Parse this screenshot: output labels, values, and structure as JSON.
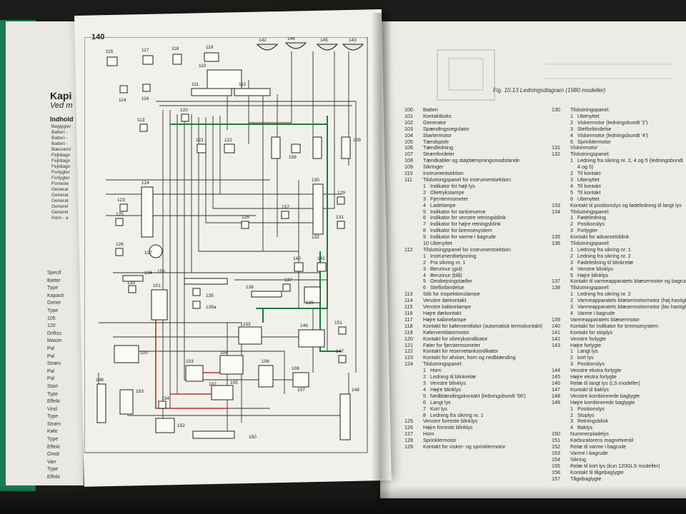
{
  "page_number": "140",
  "figure_caption": "Fig. 10.13 Ledningsdiagram (1980 modeller)",
  "back_pages": {
    "heading": "Kapi",
    "subheading": "Ved m",
    "contents_heading": "Indhold",
    "lines_top": [
      "Beglygter",
      "Batteri -",
      "Batteri -",
      "Batteri -",
      "Bæssemi",
      "Fejldiagn",
      "Fejldiagn",
      "Fejldiagn",
      "Forlygter",
      "Forlygter",
      "Forreste",
      "Generat",
      "Generat",
      "Generat",
      "Generel",
      "Generel",
      "Horn - a"
    ],
    "lines_spec": [
      "Specif",
      "Batter",
      "Type",
      "Kapacit",
      "Gener",
      "Type",
      "105",
      "120",
      "Driftss",
      "Maxim",
      "Pal",
      "Pal",
      "Strøm",
      "Pal",
      "Pal",
      "Start",
      "Type",
      "Effekt",
      "Vind",
      "Type",
      "Strøm",
      "Køle",
      "Type",
      "Effekt",
      "Omdr",
      "Varr",
      "Type",
      "Effekt"
    ]
  },
  "diagram_labels": [
    "115",
    "117",
    "118",
    "119",
    "142",
    "144",
    "145",
    "143",
    "114",
    "116",
    "110",
    "111",
    "112",
    "113",
    "120",
    "121",
    "122",
    "156",
    "109",
    "124",
    "130",
    "129",
    "123",
    "125",
    "126",
    "127",
    "128",
    "157",
    "131",
    "132",
    "140",
    "141",
    "134",
    "156",
    "133",
    "101",
    "135",
    "135a",
    "138",
    "137",
    "139",
    "155",
    "146",
    "151",
    "147",
    "100",
    "103",
    "104",
    "106",
    "108",
    "105",
    "107",
    "102",
    "148",
    "153",
    "154",
    "152",
    "150",
    "149"
  ],
  "legend_col1": [
    {
      "n": "100",
      "t": "Batteri"
    },
    {
      "n": "101",
      "t": "Kontaktboks"
    },
    {
      "n": "102",
      "t": "Generator"
    },
    {
      "n": "103",
      "t": "Spændingsregulator"
    },
    {
      "n": "104",
      "t": "Startermotor"
    },
    {
      "n": "105",
      "t": "Tændspole"
    },
    {
      "n": "106",
      "t": "Tændledning"
    },
    {
      "n": "107",
      "t": "Strømfordeler"
    },
    {
      "n": "108",
      "t": "Tændkabler og støjdæmpningsmodstande"
    },
    {
      "n": "109",
      "t": "Sikringer"
    },
    {
      "n": "110",
      "t": "Instrumentsektion"
    },
    {
      "n": "111",
      "t": "Tilslutningspanel for instrumentsektion:"
    },
    {
      "s": "1",
      "t": "Indikator for højt lys"
    },
    {
      "s": "2",
      "t": "Olietrykslampe"
    },
    {
      "s": "3",
      "t": "Fjerntermometer"
    },
    {
      "s": "4",
      "t": "Ladelampe"
    },
    {
      "s": "5",
      "t": "Indikator for tankreserve"
    },
    {
      "s": "6",
      "t": "Indikator for venstre retningsblink"
    },
    {
      "s": "7",
      "t": "Indikator for højre retningsblink"
    },
    {
      "s": "8",
      "t": "Indikator for bremsesystem"
    },
    {
      "s": "9",
      "t": "Indikator for varme i bagrude"
    },
    {
      "s": "10",
      "t": "Ubenyttet"
    },
    {
      "n": "112",
      "t": "Tilslutningspanel for instrumentsektion:"
    },
    {
      "s": "1",
      "t": "Instrumentbelysning"
    },
    {
      "s": "2",
      "t": "Fra sikring nr. 1"
    },
    {
      "s": "3",
      "t": "Benzinur (gul)"
    },
    {
      "s": "4",
      "t": "Benzinur (blå)"
    },
    {
      "s": "5",
      "t": "Omdrejningstæller"
    },
    {
      "s": "6",
      "t": "Stelforbindelse"
    },
    {
      "n": "113",
      "t": "Stik for inspektionslampe"
    },
    {
      "n": "114",
      "t": "Venstre dørkontakt"
    },
    {
      "n": "115",
      "t": "Venstre kabinelampe"
    },
    {
      "n": "116",
      "t": "Højre dørkontakt"
    },
    {
      "n": "117",
      "t": "Højre kabinelampe"
    },
    {
      "n": "118",
      "t": "Kontakt for kølerventilator (automatisk termokontakt)"
    },
    {
      "n": "119",
      "t": "Kølerventilatormotor"
    },
    {
      "n": "120",
      "t": "Kontakt for olietryksindikator"
    },
    {
      "n": "121",
      "t": "Føler for fjerntermometer"
    },
    {
      "n": "122",
      "t": "Kontakt for reservetanksindikator"
    },
    {
      "n": "123",
      "t": "Kontakt for afviser, horn og nedblænding"
    },
    {
      "n": "124",
      "t": "Tilslutningspanel:"
    },
    {
      "s": "1",
      "t": "Horn"
    },
    {
      "s": "2",
      "t": "Ledning til blinkrelæ"
    },
    {
      "s": "3",
      "t": "Venstre blinklys"
    },
    {
      "s": "4",
      "t": "Højre blinklys"
    },
    {
      "s": "5",
      "t": "Nedblændingskontakt (ledningsbundt '56')"
    },
    {
      "s": "6",
      "t": "Langt lys"
    },
    {
      "s": "7",
      "t": "Kort lys"
    },
    {
      "s": "8",
      "t": "Ledning fra sikring nr. 1"
    },
    {
      "n": "125",
      "t": "Venstre forreste blinklys"
    },
    {
      "n": "126",
      "t": "Højre forreste blinklys"
    },
    {
      "n": "127",
      "t": "Horn"
    },
    {
      "n": "128",
      "t": "Sprinklermotor"
    },
    {
      "n": "129",
      "t": "Kontakt for visker- og sprinklermotor"
    }
  ],
  "legend_col2": [
    {
      "n": "130",
      "t": "Tilslutningspanel:"
    },
    {
      "s": "1",
      "t": "Ubenyttet"
    },
    {
      "s": "2",
      "t": "Viskermotor (ledningsbundt '2')"
    },
    {
      "s": "3",
      "t": "Stelforbindelse"
    },
    {
      "s": "4",
      "t": "Viskermotor (ledningsbundt '4')"
    },
    {
      "s": "5",
      "t": "Sprinklermotor"
    },
    {
      "n": "131",
      "t": "Viskermotor"
    },
    {
      "n": "132",
      "t": "Tilslutningspanel:"
    },
    {
      "s": "1",
      "t": "Ledning fra sikring nr. 2, 4 og 5 (ledningsbundt"
    },
    {
      "s": "",
      "t": "4 og 5)"
    },
    {
      "s": "2",
      "t": "Til kontakt"
    },
    {
      "s": "3",
      "t": "Ubenyttet"
    },
    {
      "s": "4",
      "t": "Til kontakt"
    },
    {
      "s": "5",
      "t": "Til kontakt"
    },
    {
      "s": "6",
      "t": "Ubenyttet"
    },
    {
      "n": "133",
      "t": "Kontakt til positionslys og fødeledning til langt lys"
    },
    {
      "n": "134",
      "t": "Tilslutningspanel:"
    },
    {
      "s": "1",
      "t": "Fødeledning"
    },
    {
      "s": "2",
      "t": "Positionslys"
    },
    {
      "s": "3",
      "t": "Forlygter"
    },
    {
      "n": "135",
      "t": "Kontakt for advarselsblink"
    },
    {
      "n": "136",
      "t": "Tilslutningspanel:"
    },
    {
      "s": "1",
      "t": "Ledning fra sikring nr. 1"
    },
    {
      "s": "2",
      "t": "Ledning fra sikring nr. 2"
    },
    {
      "s": "3",
      "t": "Fødeledning til blinkrelæ"
    },
    {
      "s": "4",
      "t": "Venstre blinklys"
    },
    {
      "s": "5",
      "t": "Højre blinklys"
    },
    {
      "n": "137",
      "t": "Kontakt til varmeapparatets blæsermotor og bagrud"
    },
    {
      "n": "138",
      "t": "Tilslutningspanel:"
    },
    {
      "s": "1",
      "t": "Ledning fra sikring nr. 2"
    },
    {
      "s": "2",
      "t": "Varmeapparatets blæsermotormotor (høj hastigh"
    },
    {
      "s": "3",
      "t": "Varmeapparatets blæsermotormotor (lav hastigh"
    },
    {
      "s": "4",
      "t": "Varme i bagrude"
    },
    {
      "n": "139",
      "t": "Varmeapparatets blæsermotor"
    },
    {
      "n": "140",
      "t": "Kontakt for indikator for bremsesystem"
    },
    {
      "n": "141",
      "t": "Kontakt for stoplys"
    },
    {
      "n": "142",
      "t": "Venstre forlygte"
    },
    {
      "n": "143",
      "t": "Højre forlygte"
    },
    {
      "s": "1",
      "t": "Langt lys"
    },
    {
      "s": "2",
      "t": "kort lys"
    },
    {
      "s": "3",
      "t": "Positionslys"
    },
    {
      "n": "144",
      "t": "Venstre ekstra forlygte"
    },
    {
      "n": "145",
      "t": "Højre ekstra forlygte"
    },
    {
      "n": "146",
      "t": "Relæ til langt lys (LS modeller)"
    },
    {
      "n": "147",
      "t": "Kontakt til baklys"
    },
    {
      "n": "148",
      "t": "Venstre kombinerede baglygte"
    },
    {
      "n": "149",
      "t": "Højre kombinerede baglygte"
    },
    {
      "s": "1",
      "t": "Positionslys"
    },
    {
      "s": "2",
      "t": "Stoplys"
    },
    {
      "s": "3",
      "t": "Retningsblink"
    },
    {
      "s": "4",
      "t": "Baklys"
    },
    {
      "n": "150",
      "t": "Nummerpladelys"
    },
    {
      "n": "151",
      "t": "Karburatorens magnetventil"
    },
    {
      "n": "152",
      "t": "Relæ til varme i bagrude"
    },
    {
      "n": "153",
      "t": "Varme i bagrude"
    },
    {
      "n": "154",
      "t": "Sikring"
    },
    {
      "n": "155",
      "t": "Relæ til kort lys (kun 120GLS modeller)"
    },
    {
      "n": "156",
      "t": "Kontakt til tågebaglygte"
    },
    {
      "n": "157",
      "t": "Tågebaglygte"
    }
  ],
  "colors": {
    "page": "#f1f0ea",
    "ink": "#222222",
    "wire_green": "#1f7a3a",
    "wire_red": "#b8322a",
    "cover_green": "#1a7a50"
  }
}
